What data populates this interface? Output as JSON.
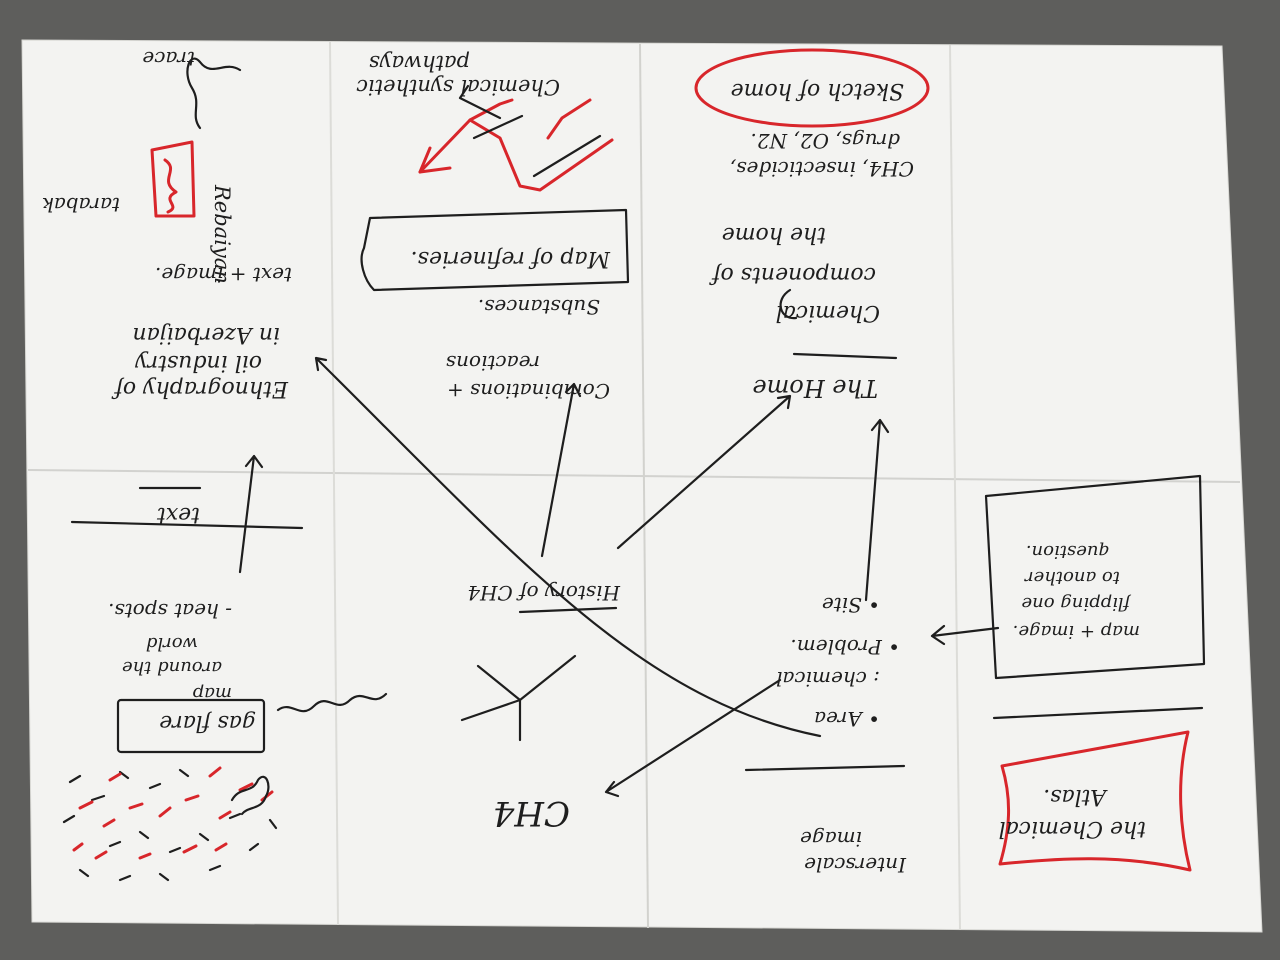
{
  "colors": {
    "ink": "#1e1e1e",
    "red_ink": "#d8262b",
    "paper": "#f3f3f1",
    "background": "#5e5e5c"
  },
  "sheet": {
    "panel_top_left": {
      "trace": "trace",
      "rebaiyan": "Rebaiyan",
      "tarabak": "tarabak",
      "text_image": "text + image.",
      "ethnography_1": "Ethnography of",
      "ethnography_2": "oil industry",
      "ethnography_3": "in Azerbaijan",
      "text": "text",
      "heat_spots": "- heat spots.",
      "gas_flare_box": "gas flare",
      "map_around_1": "map",
      "map_around_2": "around the",
      "map_around_3": "world"
    },
    "panel_top_middle": {
      "chemical_pathways_1": "Chemical synthetic",
      "chemical_pathways_2": "pathways",
      "map_of_refineries": "Map of refineries.",
      "substances": "Substances.",
      "combinations_1": "Combinations +",
      "combinations_2": "reactions",
      "history_ch4": "History of CH4",
      "ch4": "CH4"
    },
    "panel_top_right": {
      "sketch_of_home": "Sketch of home",
      "ch4_list_1": "CH4, insecticides,",
      "ch4_list_2": "drugs, O2, N2.",
      "chemical_components_1": "Chemical",
      "chemical_components_2": "components of",
      "chemical_components_3": "the home",
      "the_home": "The Home",
      "bullet_area": "• Area",
      "bullet_chemical": ": chemical",
      "bullet_problem": "• Problem.",
      "bullet_site": "• Site",
      "interscale_1": "Interscale",
      "interscale_2": "image"
    },
    "panel_right": {
      "map_image_1": "map + image.",
      "map_image_2": "flipping one",
      "map_image_3": "to another",
      "map_image_4": "question.",
      "chemical_atlas_1": "the Chemical",
      "chemical_atlas_2": "Atlas."
    }
  }
}
